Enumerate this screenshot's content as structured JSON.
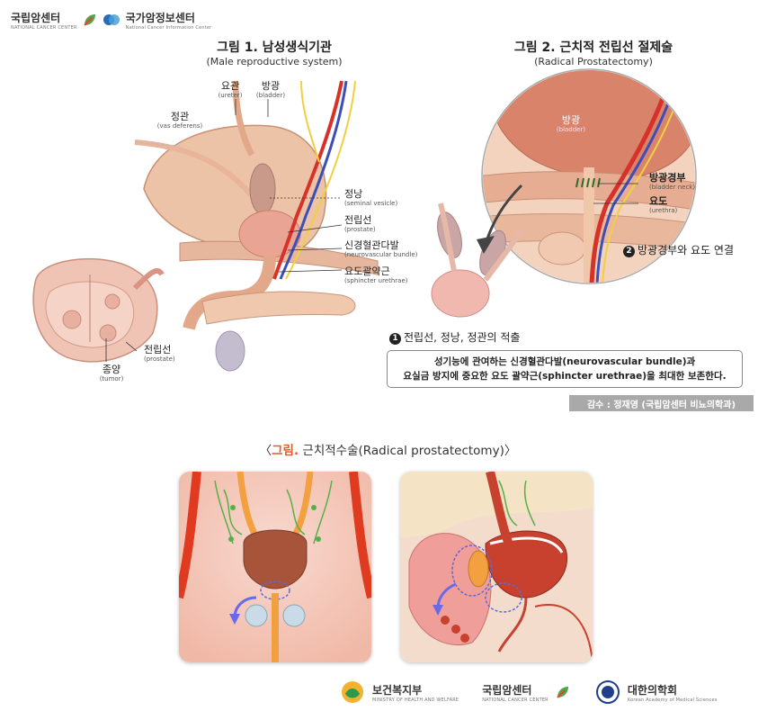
{
  "header": {
    "logo1_text": "국립암센터",
    "logo1_sub": "NATIONAL CANCER CENTER",
    "logo2_text": "국가암정보센터",
    "logo2_sub": "National Cancer Information Center"
  },
  "figure1": {
    "title": "그림 1. 남성생식기관",
    "subtitle": "(Male reproductive system)",
    "labels": {
      "ureter_ko": "요관",
      "ureter_en": "(ureter)",
      "bladder_ko": "방광",
      "bladder_en": "(bladder)",
      "vas_ko": "정관",
      "vas_en": "(vas deferens)",
      "seminal_ko": "정낭",
      "seminal_en": "(seminal vesicle)",
      "prostate_ko": "전립선",
      "prostate_en": "(prostate)",
      "nvb_ko": "신경혈관다발",
      "nvb_en": "(neurovascular bundle)",
      "sphincter_ko": "요도괄약근",
      "sphincter_en": "(sphincter urethrae)",
      "prostate2_ko": "전립선",
      "prostate2_en": "(prostate)",
      "tumor_ko": "종양",
      "tumor_en": "(tumor)"
    }
  },
  "figure2": {
    "title": "그림 2. 근치적 전립선 절제술",
    "subtitle": "(Radical Prostatectomy)",
    "labels": {
      "bladder_ko": "방광",
      "bladder_en": "(bladder)",
      "neck_ko": "방광경부",
      "neck_en": "(bladder neck)",
      "urethra_ko": "요도",
      "urethra_en": "(urethra)",
      "step2_num": "2",
      "step2": "방광경부와 요도 연결",
      "step1_num": "1",
      "step1": "전립선, 정낭, 정관의 적출"
    },
    "note_line1": "성기능에 관여하는 신경혈관다발(neurovascular bundle)과",
    "note_line2": "요실금 방지에 중요한 요도 괄약근(sphincter urethrae)을 최대한 보존한다.",
    "credit": "감수 : 정재영 (국립암센터 비뇨의학과)"
  },
  "caption2": {
    "open": "〈",
    "accent": "그림.",
    "text": " 근치적수술(Radical  prostatectomy)",
    "close": "〉"
  },
  "footer": {
    "logo1_text": "보건복지부",
    "logo1_sub": "MINISTRY OF HEALTH AND WELFARE",
    "logo2_text": "국립암센터",
    "logo2_sub": "NATIONAL CANCER CENTER",
    "logo3_text": "대한의학회",
    "logo3_sub": "Korean Academy of Medical Sciences"
  },
  "colors": {
    "tissue": "#f2c2ae",
    "bladder": "#d9836a",
    "prostate": "#e8a090",
    "artery": "#d6322a",
    "vein": "#3c4fb8",
    "nerve": "#f2cf3e",
    "accent": "#e05a2a"
  }
}
